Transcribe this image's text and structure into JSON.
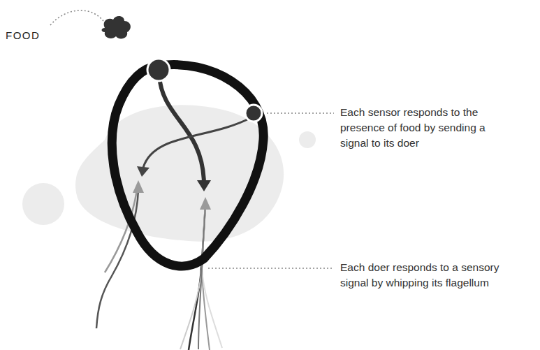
{
  "diagram": {
    "labels": [
      "FOOD",
      "Each sensor responds to the presence of food by sending a signal to its doer",
      "Each doer responds to a sensory signal by whipping its flagellum"
    ]
  }
}
